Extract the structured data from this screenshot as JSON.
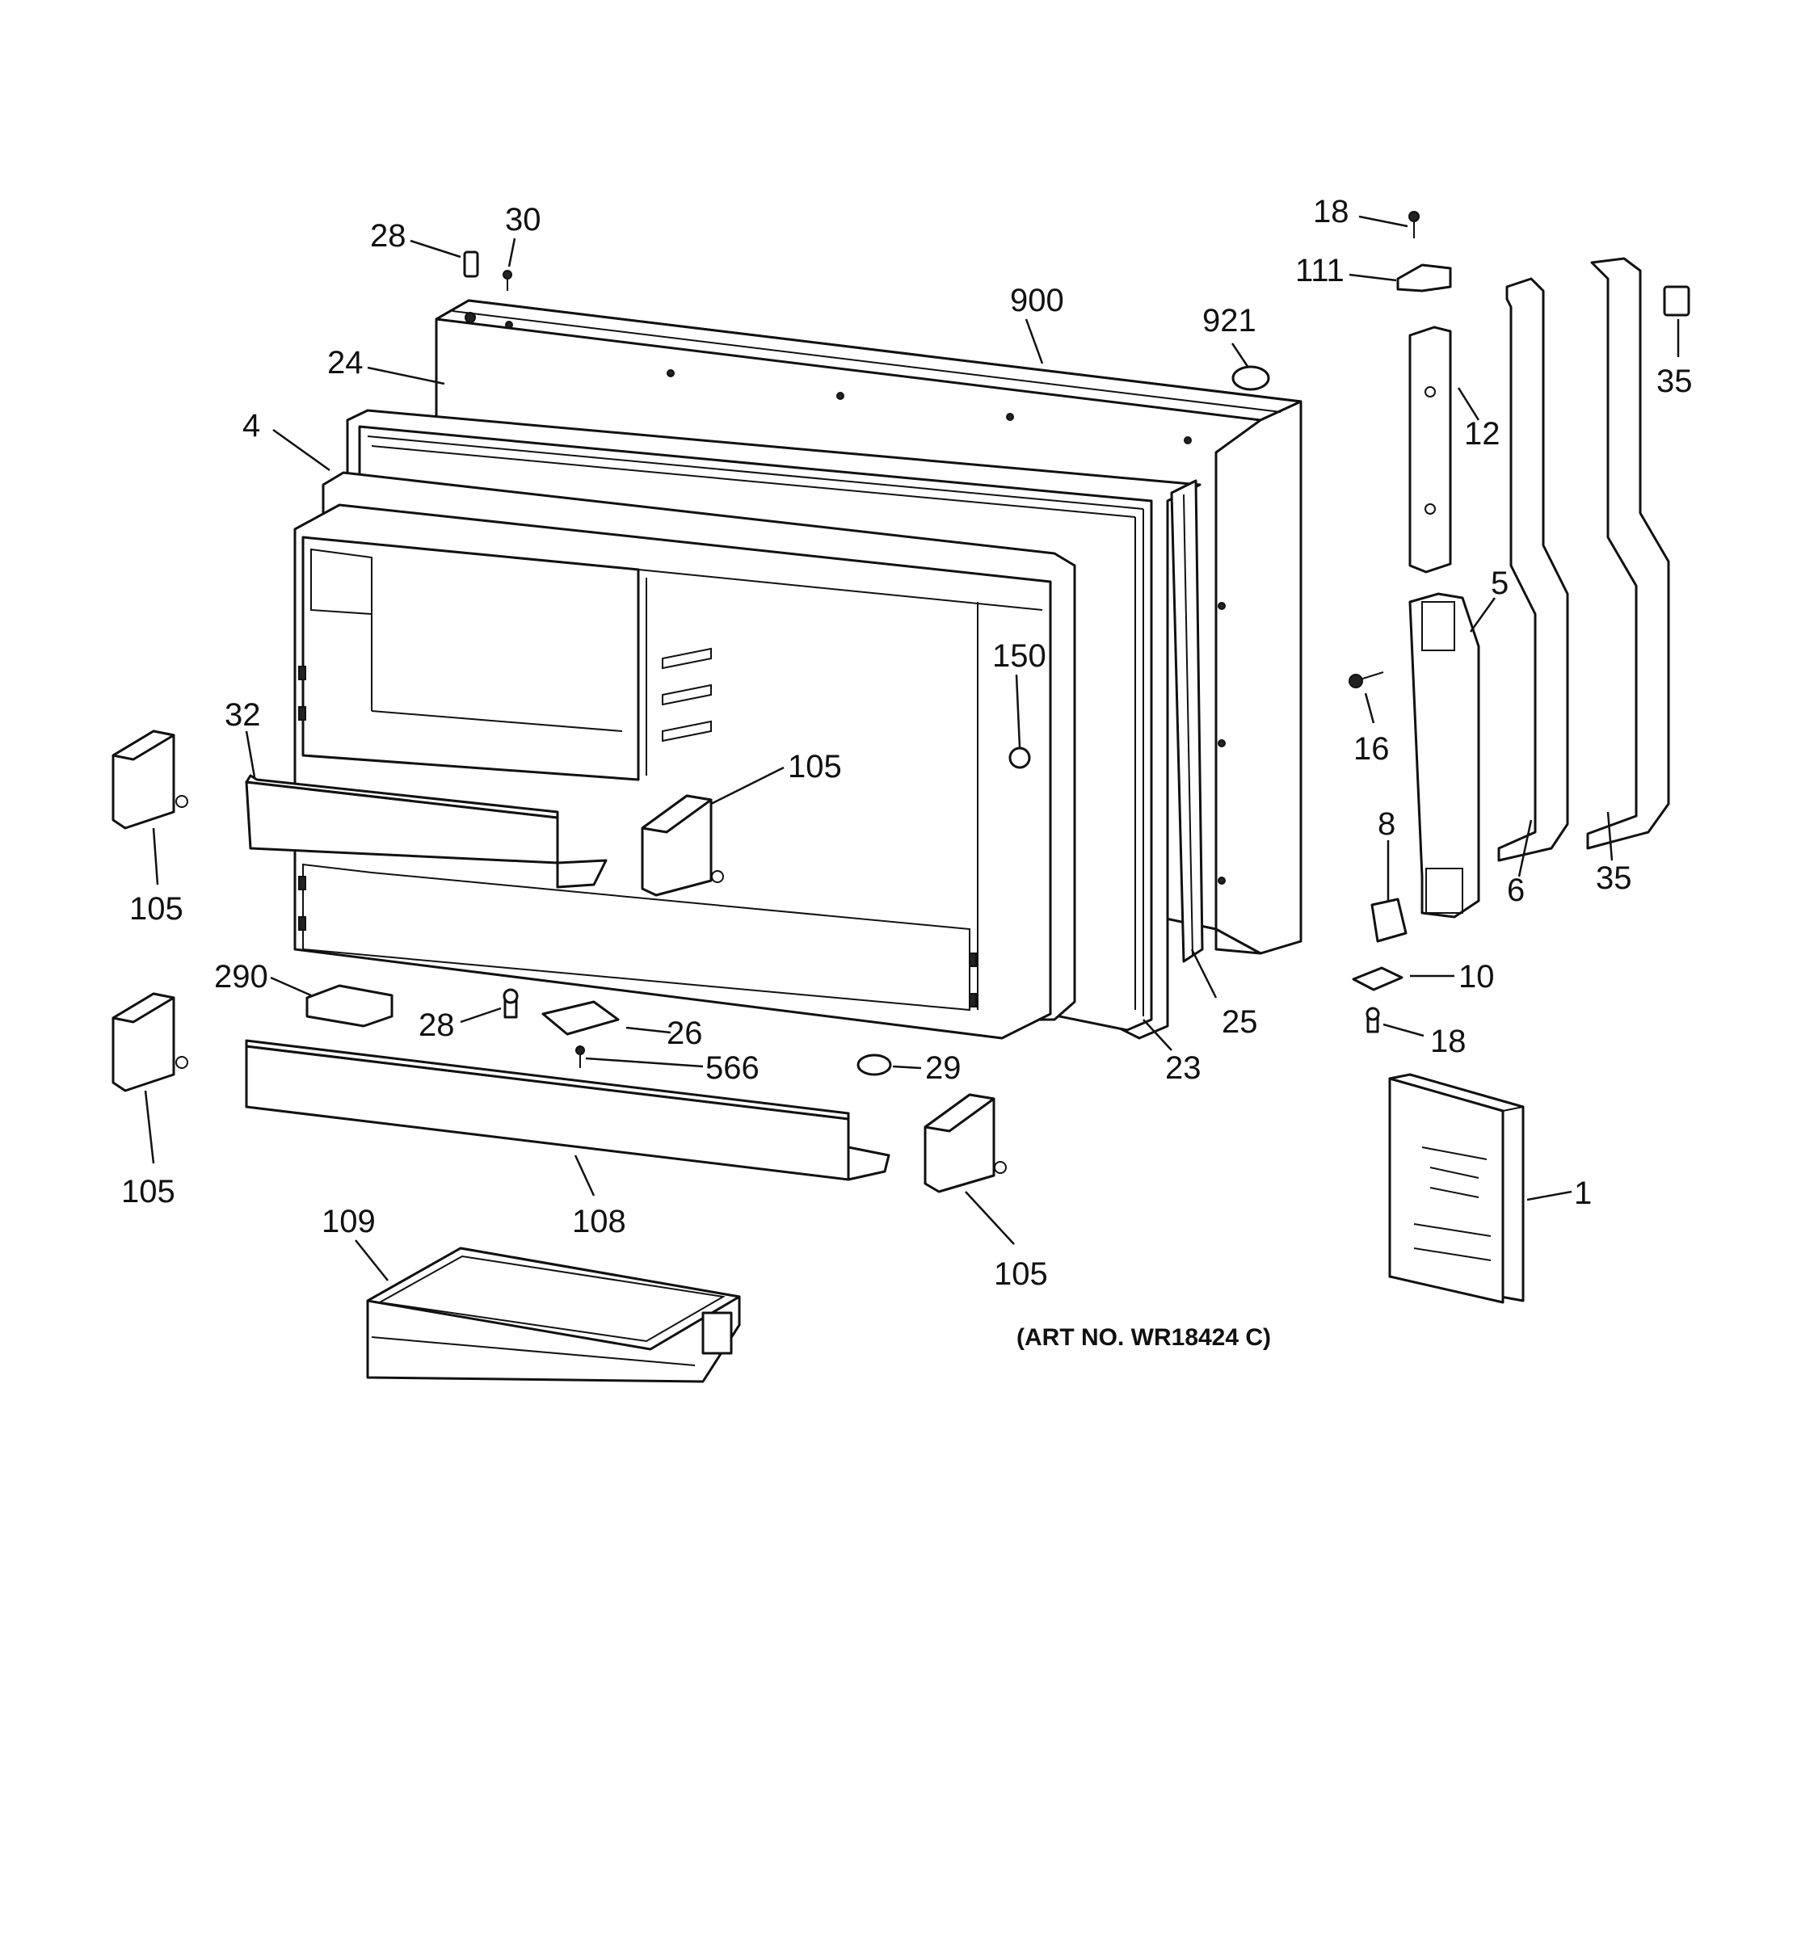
{
  "diagram": {
    "art_number": "(ART NO. WR18424 C)",
    "callouts": {
      "c1": "1",
      "c4": "4",
      "c5": "5",
      "c6": "6",
      "c8": "8",
      "c10": "10",
      "c12": "12",
      "c16": "16",
      "c18_top": "18",
      "c18_bottom": "18",
      "c23": "23",
      "c24": "24",
      "c25": "25",
      "c26": "26",
      "c28_top": "28",
      "c28_mid": "28",
      "c29": "29",
      "c30": "30",
      "c32": "32",
      "c35_top": "35",
      "c35_bottom": "35",
      "c105_left_top": "105",
      "c105_left_bottom": "105",
      "c105_center": "105",
      "c105_right": "105",
      "c108": "108",
      "c109": "109",
      "c111": "111",
      "c150": "150",
      "c290": "290",
      "c566": "566",
      "c900": "900",
      "c921": "921"
    }
  }
}
